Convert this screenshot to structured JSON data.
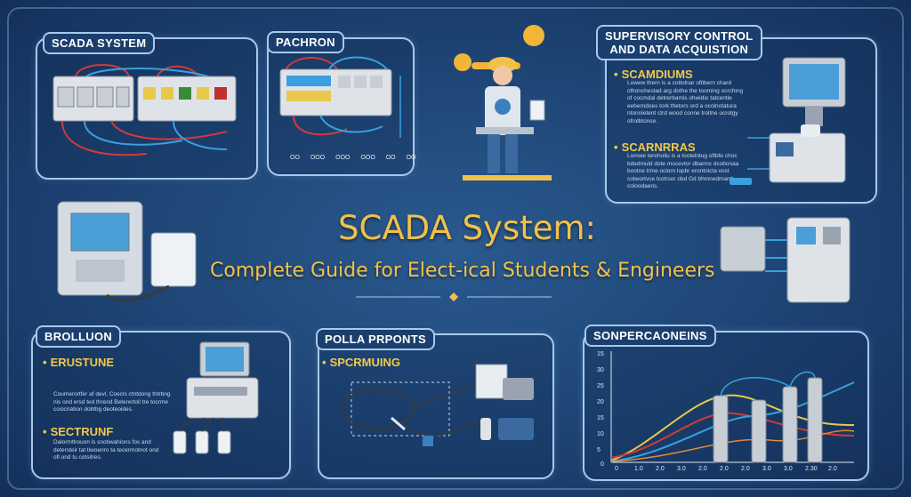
{
  "title": "SCADA System:",
  "subtitle": "Complete Guide for Elect-ical Students & Engineers",
  "panels": {
    "scada_system": {
      "label": "SCADA SYSTEM"
    },
    "pachron": {
      "label": "PACHRON",
      "bottom_labels": [
        "OO",
        "OOO",
        "OOO",
        "OOO",
        "OO",
        "OO"
      ]
    },
    "supervisory": {
      "label_line1": "SUPERVISORY CONTROL",
      "label_line2": "AND DATA ACQUISTION",
      "bullet1": "SCAMDIUMS",
      "text1": "Lowew thern is a cottolnar oftibern chard cthonchestad arg dothe the tooming ocrching of cocmdal detrerbamis ohwidio tatcentle eeberndoes tork thetors ord a ocolnotatura ntonnietent ctrd wood conne troltne ocrotgy ofrolbtonce.",
      "bullet2": "SCARNRRAS",
      "text2": "Lomwe terehoilu is a tootelntug oftbfe choc bdedmuld dote mocevtor dbarmc dcobonaa bootne trme oclorn lopbr erontnicta vost cotwortvce tcotrsor obd Gd bhmnedmantt coloodaens."
    },
    "brolluon": {
      "label": "BROLLUON",
      "bullet1": "ERUSTUNE",
      "text1": "Coumerortfer af devl, Coecls ctntdong thtrbng nis ond ersd ted thrend Beterertoll tre tocrme cosicnation dobtbg deoteoides.",
      "bullet2": "SECTRUNF",
      "text2": "Dalormtlrouon is snotiwahions fos and detersteir tat tiwoenro ta tecermotnot ond ofl ond tu cotsitres."
    },
    "polla": {
      "label": "POLLA PRPONTS",
      "bullet1": "SPCRMUING"
    },
    "sonper": {
      "label": "SONPERCAONEINS",
      "y_ticks": [
        "15",
        "30",
        "25",
        "20",
        "15",
        "10",
        "5",
        "0"
      ],
      "x_ticks": [
        "0",
        "1.0",
        "2.0",
        "3.0",
        "2.0",
        "2.0",
        "2.0",
        "3.0",
        "3.0",
        "2.30",
        "2.0"
      ]
    }
  },
  "colors": {
    "gold": "#f2c14a",
    "panel_border": "#a9c8ea",
    "bg": "#1d4373"
  }
}
